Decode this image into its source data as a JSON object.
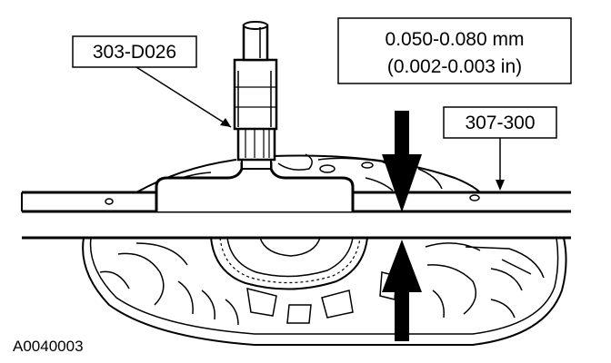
{
  "labels": {
    "tool_gauge": "303-D026",
    "tool_bar": "307-300",
    "spec_metric": "0.050-0.080 mm",
    "spec_imperial": "(0.002-0.003 in)",
    "figure_id": "A0040003"
  },
  "colors": {
    "ink": "#000000",
    "paper": "#ffffff"
  }
}
